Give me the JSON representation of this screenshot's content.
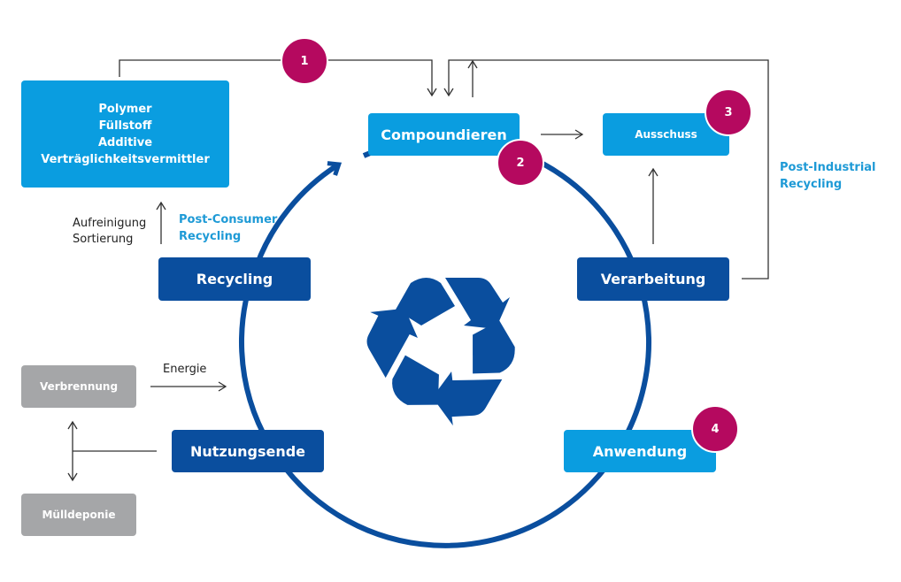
{
  "colors": {
    "light_blue": "#0a9de0",
    "dark_blue": "#0a4e9e",
    "grey": "#a5a6a8",
    "badge_magenta": "#b5095f",
    "accent_text": "#1e9ad6",
    "line": "#333333"
  },
  "inputs_box": {
    "lines": [
      "Polymer",
      "Füllstoff",
      "Additive",
      "Verträglichkeitsvermittler"
    ]
  },
  "nodes": {
    "compoundieren": "Compoundieren",
    "ausschuss": "Ausschuss",
    "recycling": "Recycling",
    "verarbeitung": "Verarbeitung",
    "nutzungsende": "Nutzungsende",
    "anwendung": "Anwendung",
    "verbrennung": "Verbrennung",
    "muelldeponie": "Mülldeponie"
  },
  "badges": [
    "1",
    "2",
    "3",
    "4"
  ],
  "labels": {
    "aufreinigung": "Aufreinigung",
    "sortierung": "Sortierung",
    "post_consumer_line1": "Post-Consumer",
    "post_consumer_line2": "Recycling",
    "post_industrial_line1": "Post-Industrial",
    "post_industrial_line2": "Recycling",
    "energie": "Energie"
  },
  "center_icon": "recycle-icon"
}
